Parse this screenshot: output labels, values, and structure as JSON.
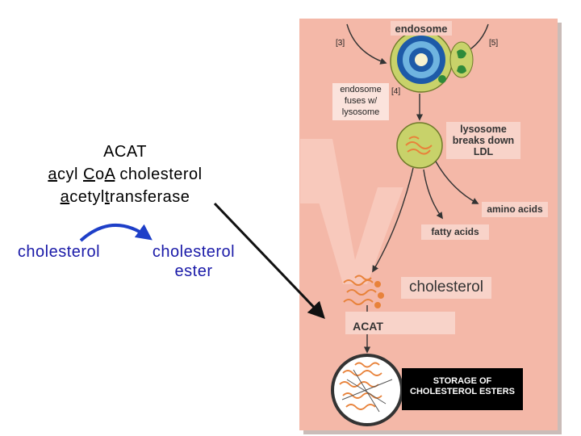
{
  "left": {
    "title": "ACAT",
    "line1": {
      "parts": [
        {
          "u": "a"
        },
        {
          "t": "cyl "
        },
        {
          "u": "C"
        },
        {
          "t": "o"
        },
        {
          "u": "A"
        },
        {
          "t": " cholesterol"
        }
      ]
    },
    "line2": {
      "parts": [
        {
          "u": "a"
        },
        {
          "t": "cetyl"
        },
        {
          "u": "t"
        },
        {
          "t": "ransferase"
        }
      ]
    },
    "substrate": "cholesterol",
    "product_line1": "cholesterol",
    "product_line2": "ester"
  },
  "panel": {
    "endosome": "endosome",
    "step3": "[3]",
    "step5": "[5]",
    "step4": "[4]",
    "fuses_line1": "endosome",
    "fuses_line2": "fuses w/",
    "fuses_line3": "lysosome",
    "lysosome_line1": "lysosome",
    "lysosome_line2": "breaks down",
    "lysosome_line3": "LDL",
    "amino_acids": "amino acids",
    "fatty_acids": "fatty acids",
    "cholesterol": "cholesterol",
    "acat": "ACAT",
    "storage_line1": "STORAGE OF",
    "storage_line2": "CHOLESTEROL ESTERS"
  },
  "colors": {
    "panel_bg": "#f4b8a8",
    "enzyme_text": "#1a1aa8",
    "arrow_blue": "#1e3fc8",
    "cell_green": "#c8d26a",
    "molecule_orange": "#e8823a"
  }
}
